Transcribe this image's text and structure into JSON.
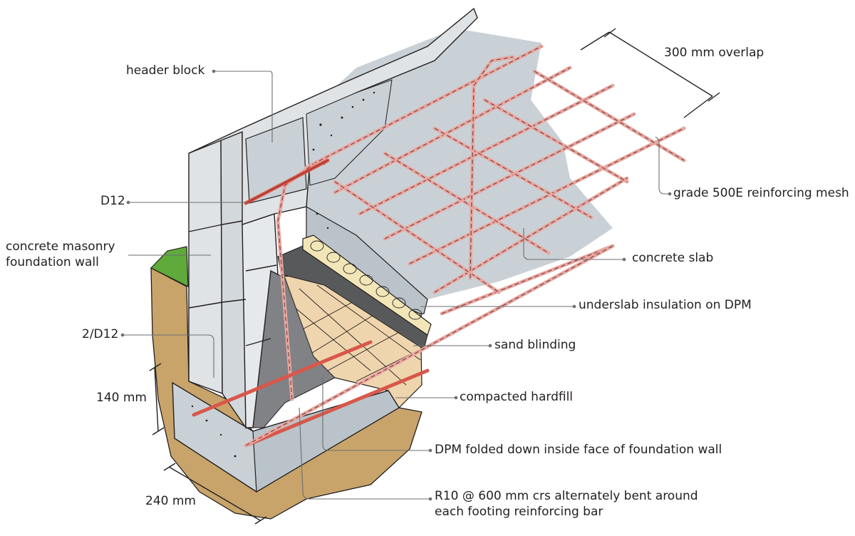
{
  "labels": {
    "header_block": "header block",
    "overlap": "300 mm overlap",
    "d12": "D12",
    "mesh": "grade 500E reinforcing mesh",
    "masonry_wall_line1": "concrete masonry",
    "masonry_wall_line2": "foundation wall",
    "concrete_slab": "concrete slab",
    "insulation": "underslab insulation on DPM",
    "two_d12": "2/D12",
    "sand_blinding": "sand blinding",
    "dim_140": "140 mm",
    "hardfill": "compacted hardfill",
    "dpm_folded": "DPM folded down inside face of foundation wall",
    "dim_240": "240 mm",
    "r10_line1": "R10 @ 600 mm crs alternately bent around",
    "r10_line2": "each footing reinforcing bar"
  },
  "colors": {
    "slab": "#c9d1d6",
    "masonry": "#dfe3e6",
    "ground": "#c8a46a",
    "hardfill": "#efd5ad",
    "grass": "#5faa3a",
    "dpm": "#58595b",
    "rebar": "#d9574a",
    "mesh": "#e8a7a1"
  }
}
